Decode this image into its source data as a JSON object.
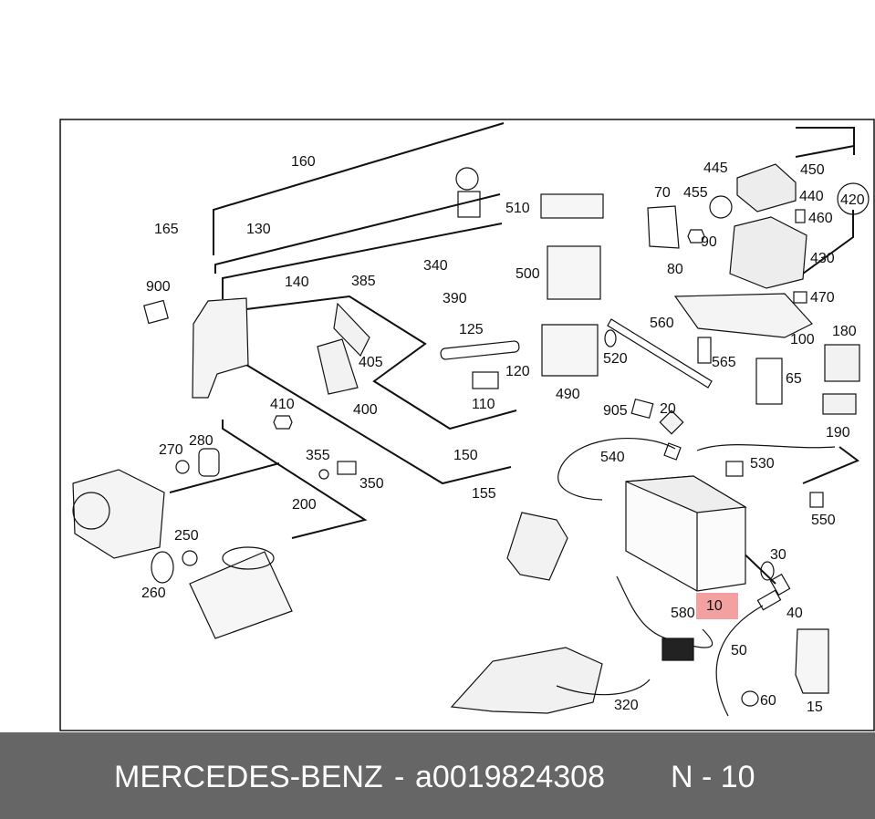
{
  "footer": {
    "brand": "MERCEDES-BENZ",
    "separator": "-",
    "part_number": "a0019824308",
    "position": "N - 10"
  },
  "highlight": {
    "label": "10",
    "color": "#f2a0a0"
  },
  "callouts": {
    "c10": "10",
    "c15": "15",
    "c20": "20",
    "c30": "30",
    "c40": "40",
    "c50": "50",
    "c60": "60",
    "c65": "65",
    "c70": "70",
    "c80": "80",
    "c90": "90",
    "c100": "100",
    "c110": "110",
    "c120": "120",
    "c125": "125",
    "c130": "130",
    "c140": "140",
    "c150": "150",
    "c155": "155",
    "c160": "160",
    "c165": "165",
    "c180": "180",
    "c190": "190",
    "c200": "200",
    "c250": "250",
    "c260": "260",
    "c270": "270",
    "c280": "280",
    "c320": "320",
    "c340": "340",
    "c350": "350",
    "c355": "355",
    "c385": "385",
    "c390": "390",
    "c400": "400",
    "c405": "405",
    "c410": "410",
    "c420": "420",
    "c430": "430",
    "c440": "440",
    "c445": "445",
    "c450": "450",
    "c455": "455",
    "c460": "460",
    "c470": "470",
    "c490": "490",
    "c500": "500",
    "c510": "510",
    "c520": "520",
    "c530": "530",
    "c540": "540",
    "c550": "550",
    "c560": "560",
    "c565": "565",
    "c580": "580",
    "c900": "900",
    "c905": "905"
  }
}
